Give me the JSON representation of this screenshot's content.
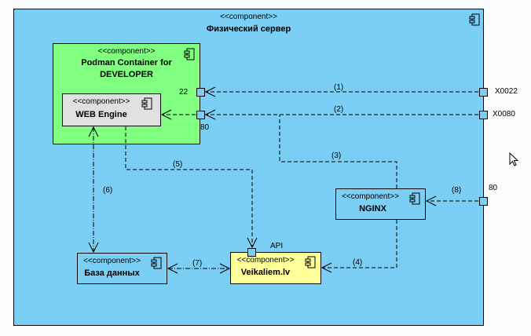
{
  "diagram": {
    "colors": {
      "server_fill": "#7bcff4",
      "container_fill": "#80ff80",
      "web_engine_fill": "#e0e0e0",
      "db_fill": "#7bcff4",
      "nginx_fill": "#7bcff4",
      "veikaliem_fill": "#ffff99",
      "line": "#000000"
    },
    "server": {
      "stereotype": "<<component>>",
      "name": "Физический сервер",
      "icon": "component-icon"
    },
    "container": {
      "stereotype": "<<component>>",
      "name_line1": "Podman Container for",
      "name_line2": "DEVELOPER",
      "icon": "component-icon"
    },
    "web_engine": {
      "stereotype": "<<component>>",
      "name": "WEB Engine",
      "icon": "component-icon"
    },
    "nginx": {
      "stereotype": "<<component>>",
      "name": "NGINX",
      "icon": "component-icon"
    },
    "database": {
      "stereotype": "<<component>>",
      "name": "База данных",
      "icon": "component-icon"
    },
    "veikaliem": {
      "stereotype": "<<component>>",
      "name": "Veikaliem.lv",
      "icon": "component-icon"
    },
    "ports": {
      "container_22": "22",
      "container_80": "80",
      "server_x0022": "X0022",
      "server_x0080": "X0080",
      "server_80": "80",
      "api": "API"
    },
    "connectors": {
      "c1": "(1)",
      "c2": "(2)",
      "c3": "(3)",
      "c4": "(4)",
      "c5": "(5)",
      "c6": "(6)",
      "c7": "(7)",
      "c8": "(8)"
    }
  }
}
